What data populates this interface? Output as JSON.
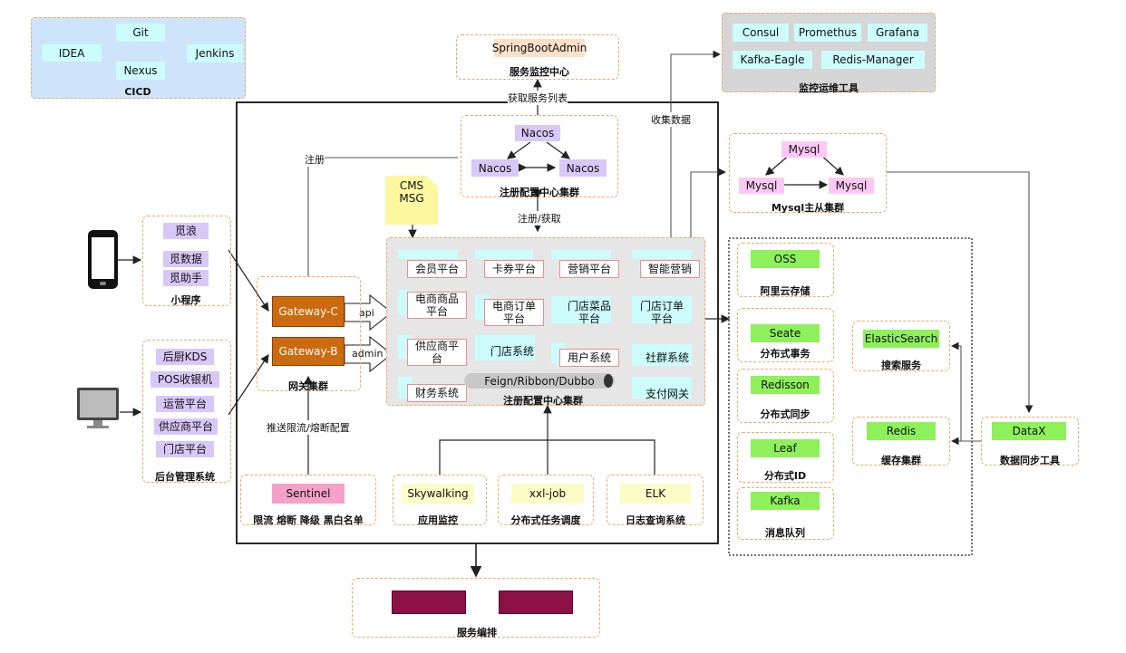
{
  "cicd": {
    "caption": "CICD",
    "idea": "IDEA",
    "git": "Git",
    "nexus": "Nexus",
    "jenkins": "Jenkins"
  },
  "monitor_center": {
    "node": "SpringBootAdmin",
    "caption": "服务监控中心"
  },
  "ops_tools": {
    "caption": "监控运维工具",
    "items": [
      "Consul",
      "Promethus",
      "Grafana",
      "Kafka-Eagle",
      "Redis-Manager"
    ]
  },
  "nacos_cluster": {
    "caption": "注册配置中心集群",
    "top": "Nacos",
    "left": "Nacos",
    "right": "Nacos"
  },
  "mysql_cluster": {
    "caption": "Mysql主从集群",
    "top": "Mysql",
    "left": "Mysql",
    "right": "Mysql"
  },
  "edge_labels": {
    "get_service_list": "获取服务列表",
    "collect_data": "收集数据",
    "register": "注册",
    "register_fetch": "注册/获取",
    "push_config": "推送限流/熔断配置",
    "api": "api",
    "admin": "admin"
  },
  "note": {
    "text": "CMS\nMSG"
  },
  "mini_program": {
    "caption": "小程序",
    "items": [
      "觅浪",
      "觅数据",
      "觅助手"
    ]
  },
  "backend_systems": {
    "caption": "后台管理系统",
    "items": [
      "后厨KDS",
      "POS收银机",
      "运营平台",
      "供应商平台",
      "门店平台"
    ]
  },
  "gateway_cluster": {
    "caption": "网关集群",
    "gateway_c": "Gateway-C",
    "gateway_b": "Gateway-B"
  },
  "platform_cluster": {
    "caption": "注册配置中心集群",
    "feign_bar": "Feign/Ribbon/Dubbo",
    "platforms": [
      "会员平台",
      "卡券平台",
      "营销平台",
      "智能营销",
      "电商商品\n平台",
      "电商订单\n平台",
      "门店菜品\n平台",
      "门店订单\n平台",
      "供应商平\n台",
      "门店系统",
      "用户系统",
      "社群系统",
      "财务系统",
      "支付网关"
    ]
  },
  "middleware": [
    {
      "node": "OSS",
      "caption": "阿里云存储"
    },
    {
      "node": "Seate",
      "caption": "分布式事务"
    },
    {
      "node": "Redisson",
      "caption": "分布式同步"
    },
    {
      "node": "Leaf",
      "caption": "分布式ID"
    },
    {
      "node": "Kafka",
      "caption": "消息队列"
    }
  ],
  "search_service": {
    "node": "ElasticSearch",
    "caption": "搜索服务"
  },
  "cache_cluster": {
    "node": "Redis",
    "caption": "缓存集群"
  },
  "datax": {
    "node": "DataX",
    "caption": "数据同步工具"
  },
  "bottom_tools": [
    {
      "node": "Sentinel",
      "caption": "限流 熔断 降级 黑白名单"
    },
    {
      "node": "Skywalking",
      "caption": "应用监控"
    },
    {
      "node": "xxl-job",
      "caption": "分布式任务调度"
    },
    {
      "node": "ELK",
      "caption": "日志查询系统"
    }
  ],
  "orchestration": {
    "caption": "服务编排"
  },
  "colors": {
    "dashed_border": "#f0a868",
    "cicd_bg": "#cde4fb",
    "ops_bg": "#d6d6d6",
    "gateway": "#cc6a10",
    "orchestration_block": "#8b1045"
  }
}
